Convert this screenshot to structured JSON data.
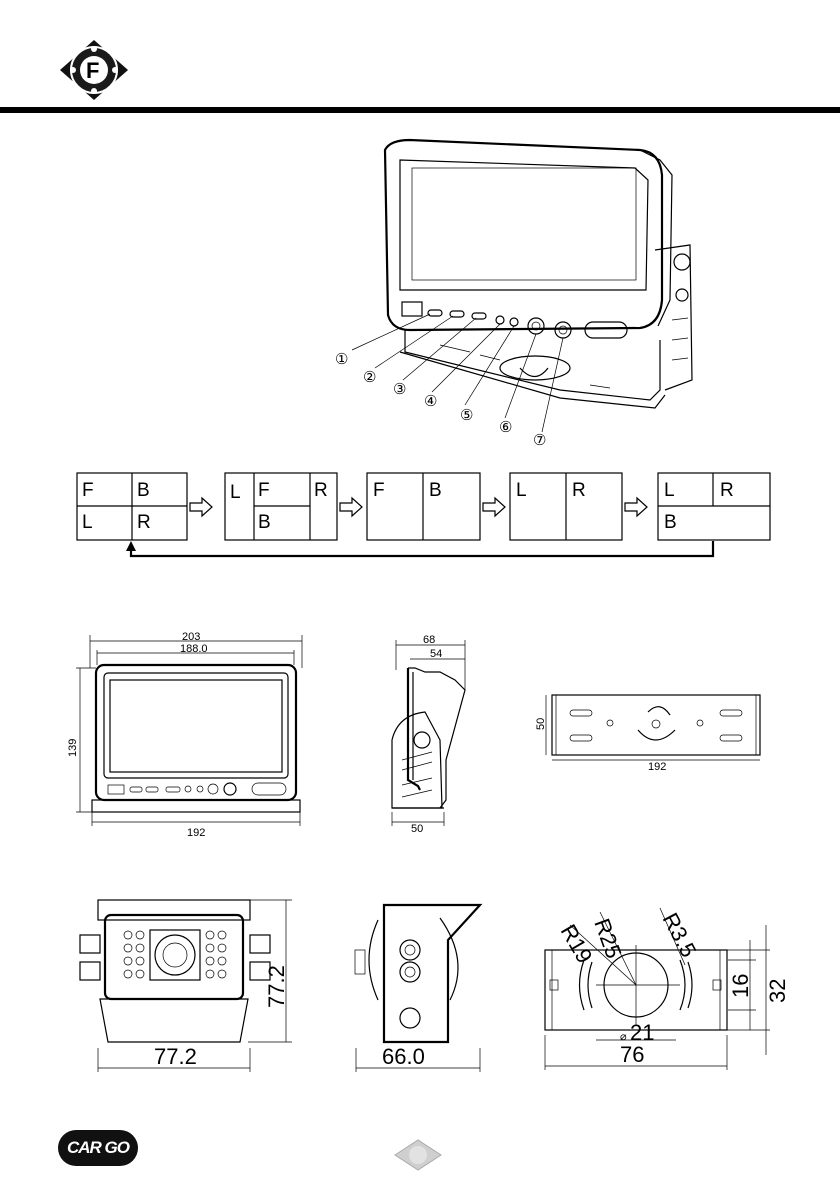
{
  "header": {
    "logo_letter": "F"
  },
  "monitor_callouts": [
    "①",
    "②",
    "③",
    "④",
    "⑤",
    "⑥",
    "⑦"
  ],
  "split_modes": [
    {
      "cells": [
        "F",
        "B",
        "L",
        "R"
      ]
    },
    {
      "cells": [
        "L",
        "F",
        "R",
        "B"
      ]
    },
    {
      "cells": [
        "F",
        "B"
      ]
    },
    {
      "cells": [
        "L",
        "R"
      ]
    },
    {
      "cells": [
        "L",
        "R",
        "B"
      ]
    }
  ],
  "monitor_dims": {
    "front": {
      "overall_width": "203",
      "screen_width": "188.0",
      "height": "139",
      "base_width": "192"
    },
    "side": {
      "depth": "68",
      "bracket_depth": "54",
      "base": "50"
    },
    "bracket": {
      "height": "50",
      "length": "192"
    }
  },
  "camera_dims": {
    "front": {
      "width": "77.2",
      "height": "77.2"
    },
    "side": {
      "width": "66.0"
    },
    "bracket": {
      "r1": "R19",
      "r2": "R25",
      "r3": "R3.5",
      "hole": "21",
      "hole_prefix": "⌀",
      "slot": "16",
      "height": "32",
      "length": "76"
    }
  },
  "footer": {
    "brand": "CAR GO"
  }
}
